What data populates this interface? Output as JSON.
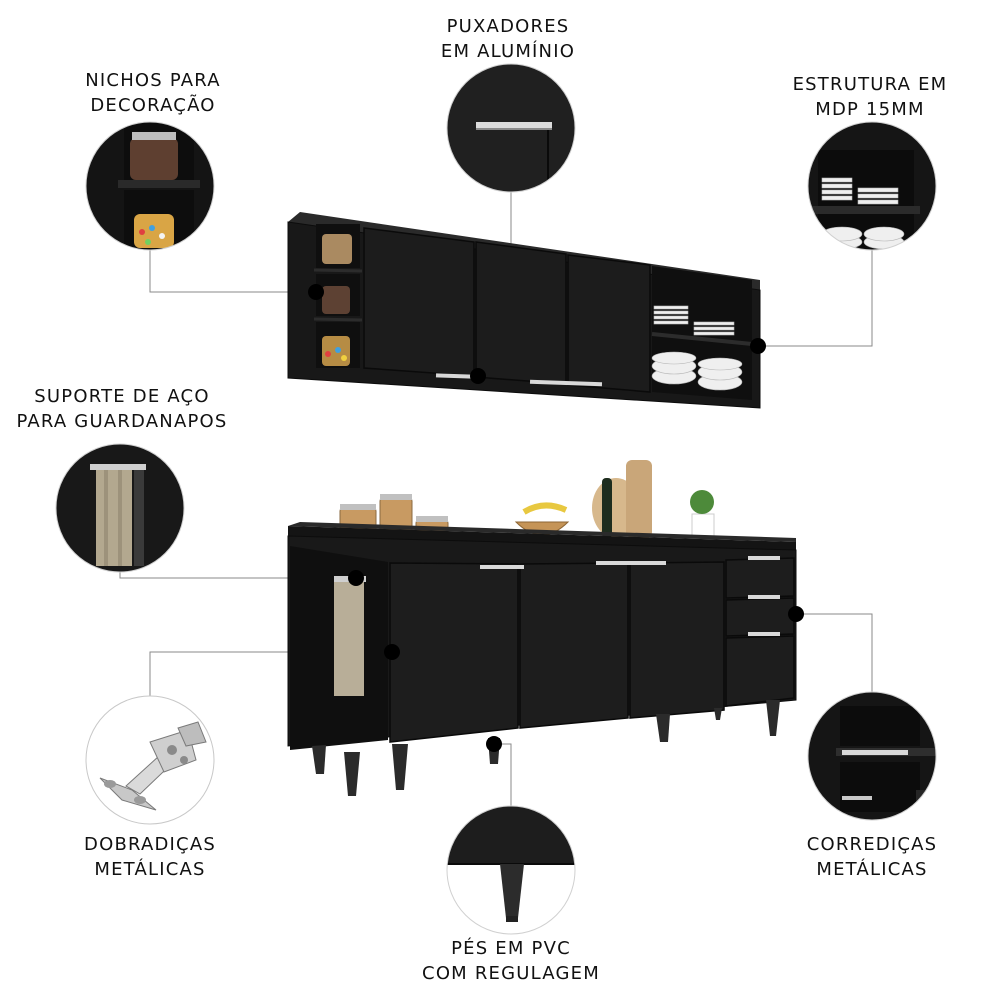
{
  "callouts": {
    "puxadores": {
      "line1": "PUXADORES",
      "line2": "EM ALUMÍNIO"
    },
    "nichos": {
      "line1": "NICHOS PARA",
      "line2": "DECORAÇÃO"
    },
    "estrutura": {
      "line1": "ESTRUTURA EM",
      "line2": "MDP 15MM"
    },
    "suporte": {
      "line1": "SUPORTE DE AÇO",
      "line2": "PARA GUARDANAPOS"
    },
    "dobradicas": {
      "line1": "DOBRADIÇAS",
      "line2": "METÁLICAS"
    },
    "corredicas": {
      "line1": "CORREDIÇAS",
      "line2": "METÁLICAS"
    },
    "pes": {
      "line1": "PÉS EM PVC",
      "line2": "COM REGULAGEM"
    }
  },
  "colors": {
    "cabinet": "#1b1b1b",
    "cabinet_edge": "#0c0c0c",
    "handle": "#d9d9d9",
    "leader_line": "#8a8a8a",
    "circle_fill": "#1a1a1a"
  }
}
